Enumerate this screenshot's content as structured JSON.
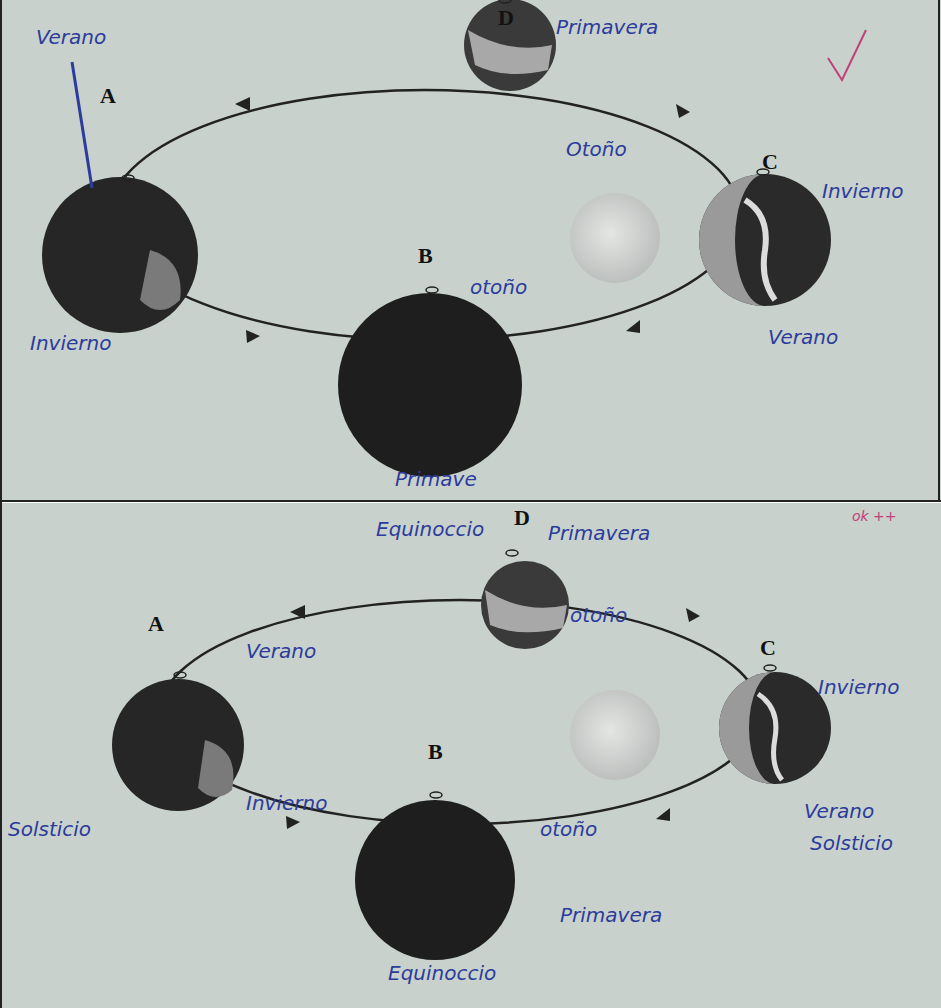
{
  "diagram": {
    "labels": [
      "D",
      "Primavera",
      "Otoño",
      "A",
      "Verano",
      "Invierno",
      "B",
      "otoño",
      "Primave",
      "C",
      "Invierno",
      "Verano",
      "ok ++",
      "Equinoccio",
      "Primavera",
      "D",
      "otoño",
      "A",
      "Verano",
      "Invierno",
      "Solsticio",
      "B",
      "otoño",
      "Primavera",
      "Equinoccio",
      "C",
      "Invierno",
      "Verano",
      "Solsticio"
    ]
  }
}
